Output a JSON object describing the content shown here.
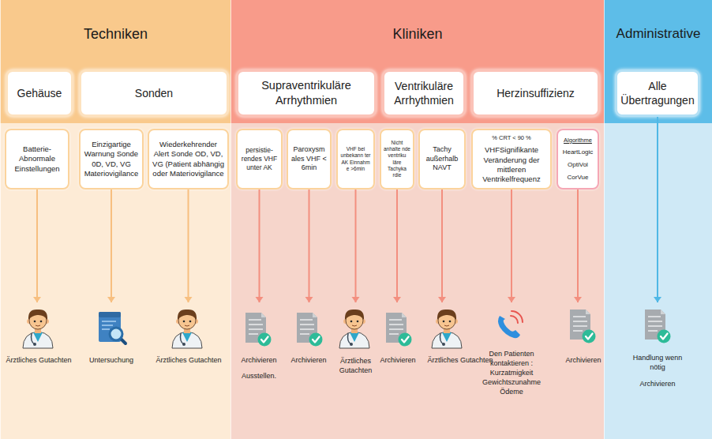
{
  "diagram": {
    "nodes": [
      {
        "text": [
          "Techniken"
        ]
      },
      {
        "text": [
          "Gehäuse"
        ],
        "in": 0
      },
      {
        "text": [
          "Sonden"
        ],
        "in": 0
      },
      {
        "text": [
          "Batterie- Abnormale Einstellungen"
        ],
        "in": 0
      },
      {
        "text": [
          "Einzigartige Warnung Sonde 0D, VD, VG Materiovigilance"
        ],
        "in": 0
      },
      {
        "text": [
          "Wiederkehrender Alert Sonde OD, VD, VG (Patient abhängig oder Materiovigilance"
        ],
        "in": 0
      },
      {
        "text": [
          "Ärztliches Gutachten"
        ],
        "in": 0
      },
      {
        "text": [
          "Untersuchung"
        ],
        "in": 0
      },
      {
        "text": [
          "Ärztliches Gutachten"
        ],
        "in": 0
      },
      {
        "text": [
          "Kliniken"
        ]
      },
      {
        "text": [
          "Supraventrikuläre Arrhythmien"
        ],
        "in": 9
      },
      {
        "text": [
          "Ventrikuläre Arrhythmien"
        ],
        "in": 9
      },
      {
        "text": [
          "Herzinsuffizienz"
        ],
        "in": 9
      },
      {
        "text": [
          "persistie- rendes VHF unter AK"
        ],
        "in": 9
      },
      {
        "text": [
          "Paroxysm ales VHF < 6min"
        ],
        "in": 9
      },
      {
        "text": [
          "VHF bei unbekann ter AK Einnahm e >6min"
        ],
        "in": 9
      },
      {
        "text": [
          "Nicht anhalte nde ventriku läre Tachyka rdie"
        ],
        "in": 9
      },
      {
        "text": [
          "Tachy außerhalb NAVT"
        ],
        "in": 9
      },
      {
        "text": [
          "% CRT < 90 %",
          "VHFSignifikante Veränderung der mittleren Ventrikelfrequenz"
        ],
        "in": 9
      },
      {
        "text": [
          "Algorithme",
          "HeartLogic",
          "OptiVol",
          "CorVue"
        ],
        "in": 9
      },
      {
        "text": [
          "Archivieren",
          "Ausstellen."
        ],
        "in": 9
      },
      {
        "text": [
          "Archivieren"
        ],
        "in": 9
      },
      {
        "text": [
          "Ärztliches Gutachten"
        ],
        "in": 9
      },
      {
        "text": [
          "Archivieren"
        ],
        "in": 9
      },
      {
        "text": [
          "Ärztliches Gutachten"
        ],
        "in": 9
      },
      {
        "text": [
          "Den Patienten kontaktieren : Kurzatmigkeit Gewichtszunahme Ödeme"
        ],
        "in": 9
      },
      {
        "text": [
          "Archivieren"
        ],
        "in": 9
      },
      {
        "text": [
          "Administrative"
        ]
      },
      {
        "text": [
          "Alle Übertragungen"
        ],
        "in": 27
      },
      {
        "text": [
          "Handlung wenn nötig",
          "Archivieren"
        ],
        "in": 27
      }
    ],
    "edges": [
      {
        "from": 3,
        "to": 6,
        "arrow": "to"
      },
      {
        "from": 4,
        "to": 7,
        "arrow": "to"
      },
      {
        "from": 5,
        "to": 8,
        "arrow": "to"
      },
      {
        "from": 13,
        "to": 20,
        "arrow": "to"
      },
      {
        "from": 14,
        "to": 21,
        "arrow": "to"
      },
      {
        "from": 15,
        "to": 22,
        "arrow": "to"
      },
      {
        "from": 16,
        "to": 23,
        "arrow": "to"
      },
      {
        "from": 17,
        "to": 24,
        "arrow": "to"
      },
      {
        "from": 18,
        "to": 25,
        "arrow": "to"
      },
      {
        "from": 19,
        "to": 26,
        "arrow": "to"
      },
      {
        "from": 28,
        "to": 29,
        "arrow": "to"
      }
    ]
  }
}
